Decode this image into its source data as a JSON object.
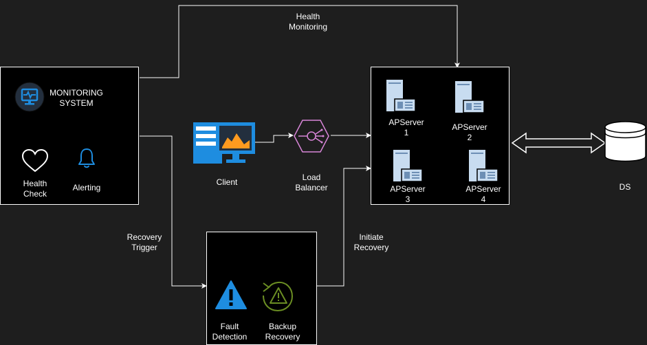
{
  "labels": {
    "health_monitoring": [
      "Health",
      "Monitoring"
    ],
    "recovery_trigger": [
      "Recovery",
      "Trigger"
    ],
    "initiate_recovery": [
      "Initiate",
      "Recovery"
    ],
    "client": "Client",
    "load_balancer": [
      "Load",
      "Balancer"
    ],
    "ds": "DS"
  },
  "monitoring_system": {
    "title": [
      "MONITORING",
      "SYSTEM"
    ],
    "health_check": [
      "Health",
      "Check"
    ],
    "alerting": "Alerting"
  },
  "server_cluster": {
    "servers": [
      {
        "name": "APServer",
        "num": "1"
      },
      {
        "name": "APServer",
        "num": "2"
      },
      {
        "name": "APServer",
        "num": "3"
      },
      {
        "name": "APServer",
        "num": "4"
      }
    ]
  },
  "recovery_box": {
    "fault_detection": [
      "Fault",
      "Detection"
    ],
    "backup_recovery": [
      "Backup",
      "Recovery"
    ]
  },
  "colors": {
    "background": "#1e1e1e",
    "box_fill": "#000000",
    "stroke": "#ffffff",
    "accent_blue": "#1e8de0",
    "server_blue": "#c8dcf0",
    "lb_pink": "#d986d9",
    "backup_green": "#6b8e23"
  }
}
